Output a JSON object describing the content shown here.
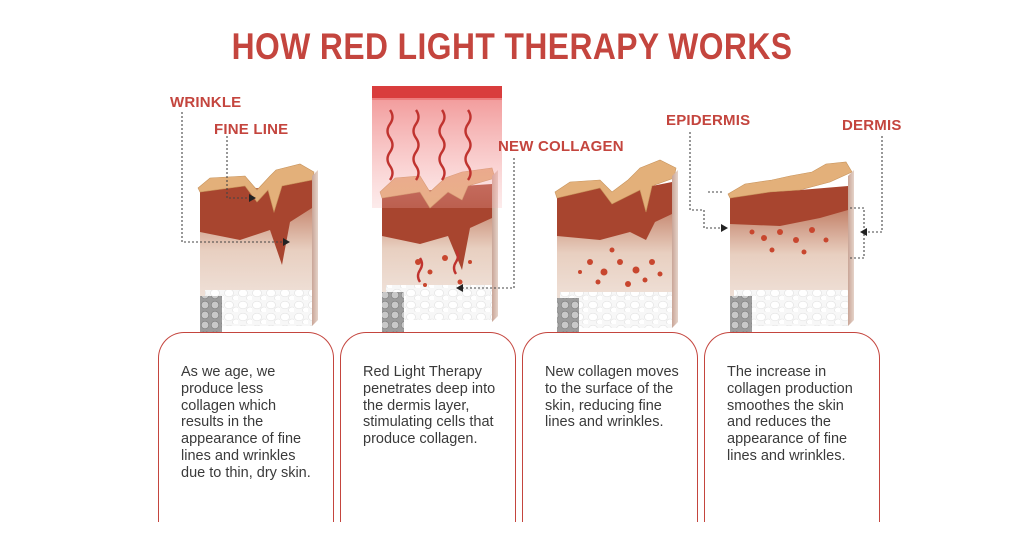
{
  "title": "HOW RED LIGHT THERAPY WORKS",
  "labels": {
    "wrinkle": "WRINKLE",
    "fine_line": "FINE LINE",
    "new_collagen": "NEW COLLAGEN",
    "epidermis": "EPIDERMIS",
    "dermis": "DERMIS"
  },
  "steps": [
    {
      "text": "As we age, we produce less collagen which results in the appearance of fine lines and wrinkles due to thin, dry skin."
    },
    {
      "text": "Red Light Therapy penetrates deep into the dermis layer, stimulating cells that produce collagen."
    },
    {
      "text": "New collagen moves to the surface of the skin, reducing fine lines and wrinkles."
    },
    {
      "text": "The increase in collagen production smoothes the skin and reduces the appearance of fine lines and wrinkles."
    }
  ],
  "colors": {
    "accent": "#c4453e",
    "epidermis": "#e3b07a",
    "dermis": "#a8452f",
    "tissue": "#e8cfc0",
    "fat": "#f4f4f4"
  }
}
